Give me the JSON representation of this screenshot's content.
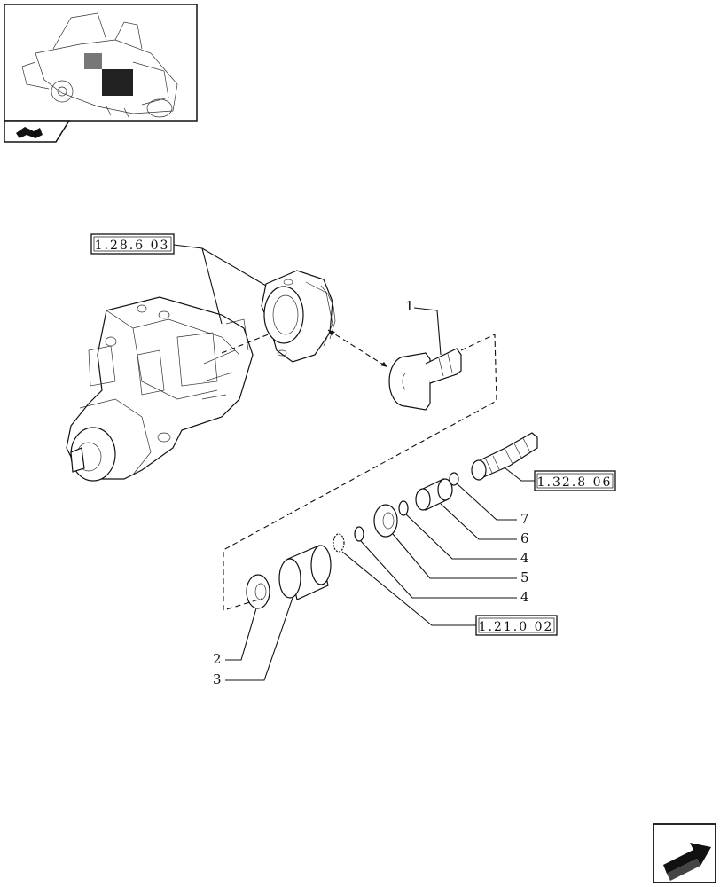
{
  "references": {
    "ref_top": "1.28.6 03",
    "ref_right": "1.32.8 06",
    "ref_bottom": "1.21.0 02"
  },
  "callouts": {
    "c1": "1",
    "c7": "7",
    "c6": "6",
    "c4a": "4",
    "c5": "5",
    "c4b": "4",
    "c2": "2",
    "c3": "3"
  },
  "icons": {
    "thumbnail": "tractor-assembly-thumbnail",
    "section": "transmission-section-icon",
    "nav": "next-page-arrow-icon"
  }
}
